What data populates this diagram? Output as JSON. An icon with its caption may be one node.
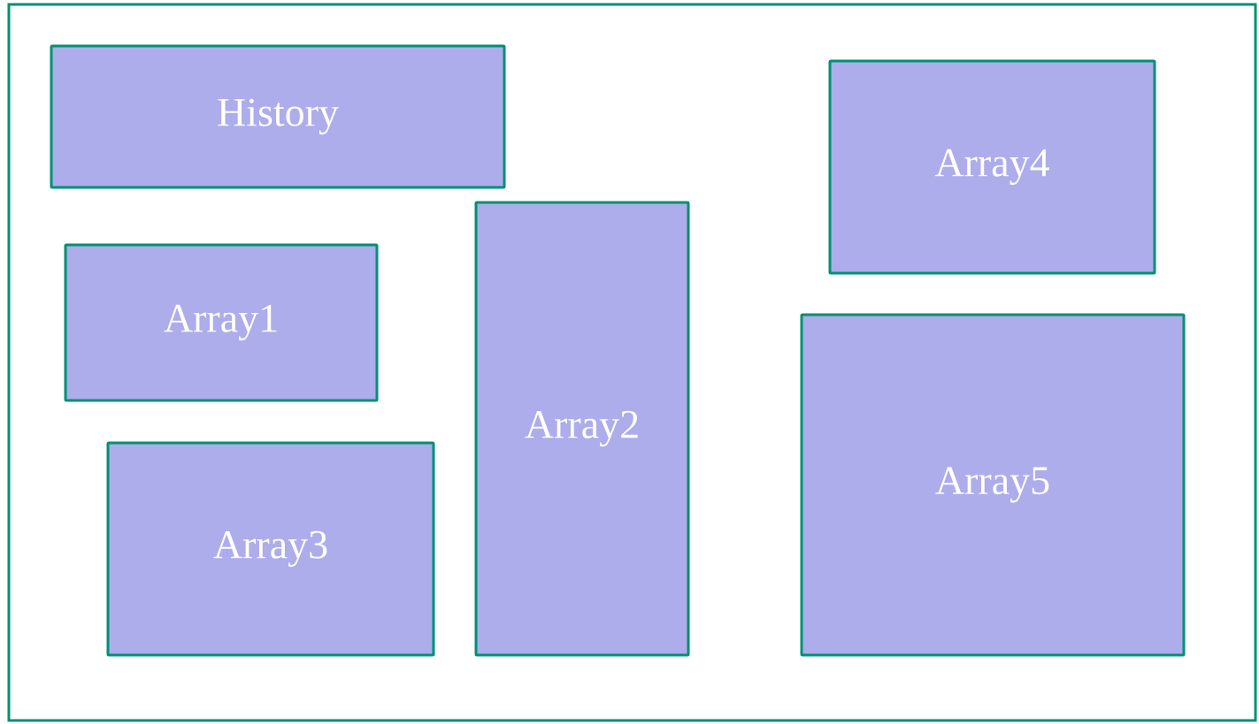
{
  "diagram": {
    "nodes": [
      {
        "text": [],
        "shape": "box"
      },
      {
        "text": [
          "History"
        ],
        "in": 0
      },
      {
        "text": [
          "Array1"
        ],
        "in": 0
      },
      {
        "text": [
          "Array2"
        ],
        "in": 0
      },
      {
        "text": [
          "Array3"
        ],
        "in": 0
      },
      {
        "text": [
          "Array4"
        ],
        "in": 0
      },
      {
        "text": [
          "Array5"
        ],
        "in": 0
      }
    ]
  }
}
